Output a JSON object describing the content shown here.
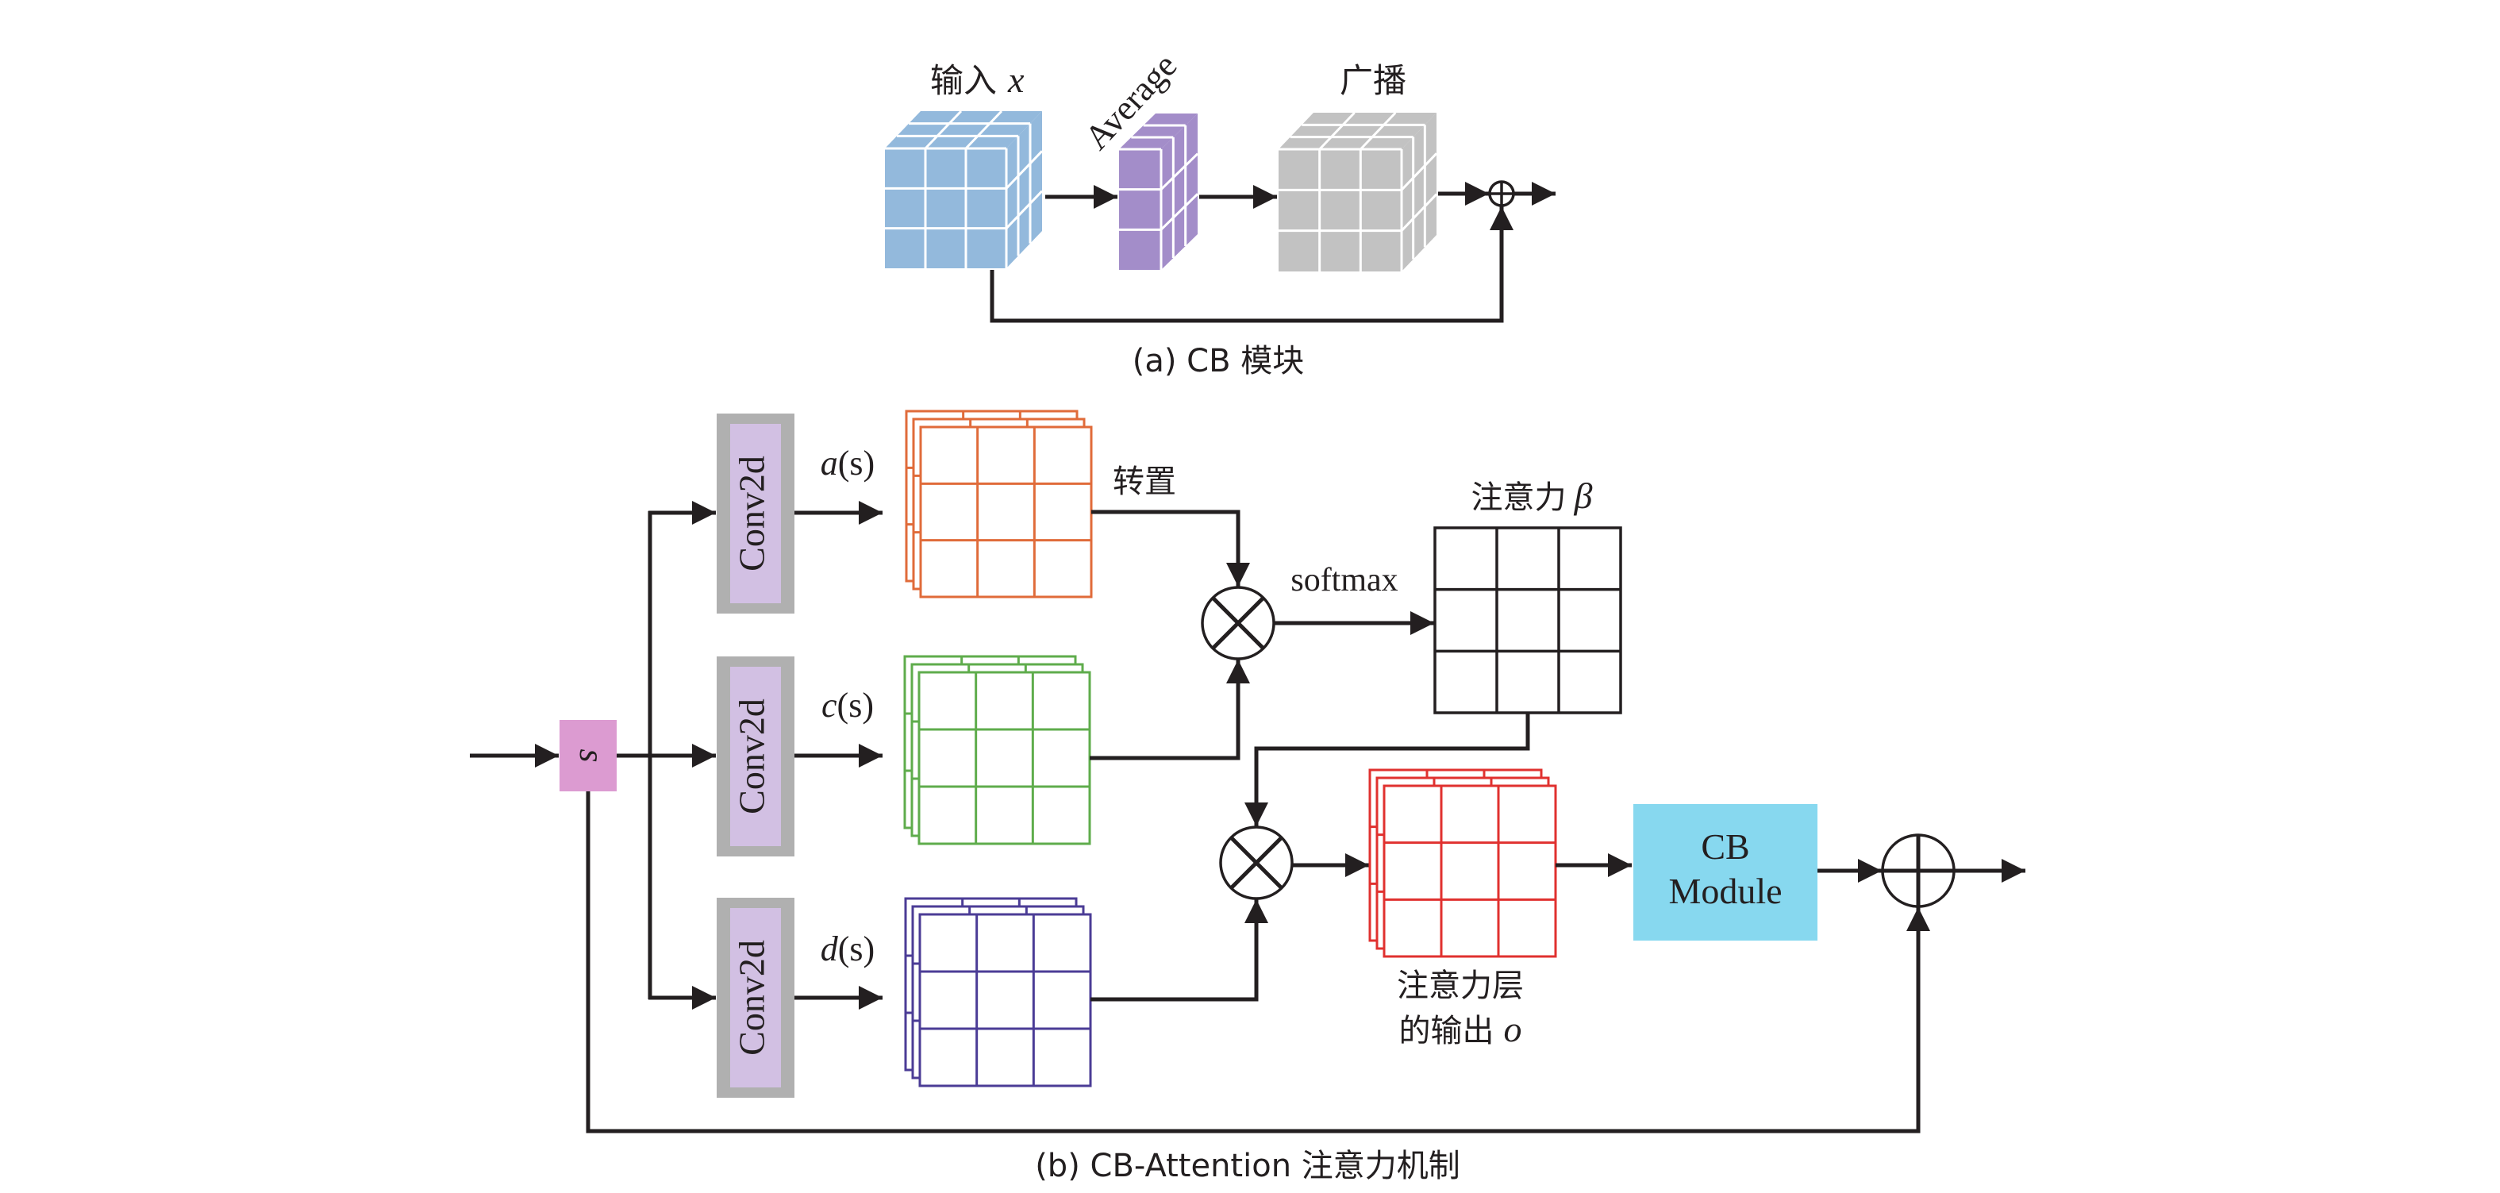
{
  "figure": {
    "panel_a": {
      "caption": "(a) CB 模块",
      "input_label_cn": "输入",
      "input_label_var": "x",
      "average_label": "Average",
      "broadcast_label": "广播",
      "colors": {
        "input_cube": "#93b9dc",
        "average_block": "#a38dc9",
        "broadcast_cube": "#c2c2c2"
      },
      "operator": "add"
    },
    "panel_b": {
      "caption": "(b) CB-Attention 注意力机制",
      "input_node": {
        "label": "s",
        "color": "#dc9bd1"
      },
      "conv_blocks": [
        {
          "label": "Conv2d",
          "output_fn": "a",
          "output_arg": "(s)",
          "grid_color": "#e06b3a"
        },
        {
          "label": "Conv2d",
          "output_fn": "c",
          "output_arg": "(s)",
          "grid_color": "#5fac4c"
        },
        {
          "label": "Conv2d",
          "output_fn": "d",
          "output_arg": "(s)",
          "grid_color": "#4b3c96"
        }
      ],
      "conv_colors": {
        "outer": "#b0b0b0",
        "inner": "#d2c0e3"
      },
      "transpose_label": "转置",
      "softmax_label": "softmax",
      "attention_label_cn": "注意力",
      "attention_label_var": "β",
      "attention_grid_color": "#231f20",
      "output_label_line1": "注意力层",
      "output_label_line2_cn": "的输出",
      "output_label_var": "o",
      "output_grid_color": "#e0312f",
      "cb_module": {
        "line1": "CB",
        "line2": "Module",
        "color": "#87d8ef"
      },
      "operators": [
        "multiply",
        "multiply",
        "add"
      ]
    }
  }
}
